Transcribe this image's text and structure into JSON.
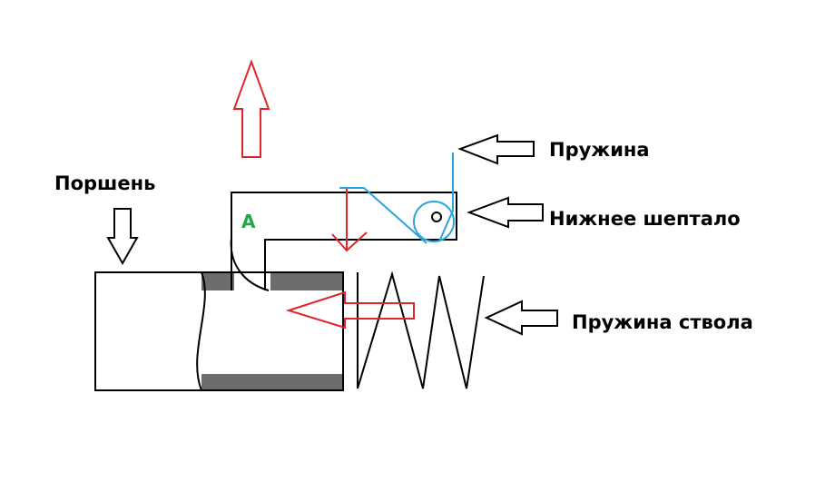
{
  "labels": {
    "piston": "Поршень",
    "spring": "Пружина",
    "lower_sear": "Нижнее шептало",
    "barrel_spring": "Пружина ствола",
    "point_a": "A"
  },
  "colors": {
    "outline": "#000000",
    "force_arrow": "#e0262c",
    "spring_wire": "#2aa3df",
    "label_a": "#22a843",
    "barrel_fill": "#6d6d6d"
  }
}
